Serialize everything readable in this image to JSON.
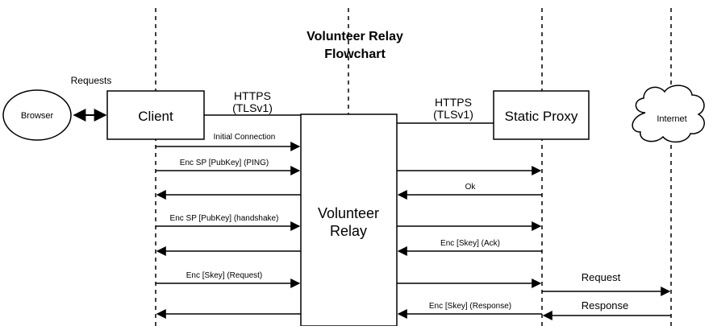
{
  "title": {
    "line1": "Volunteer Relay",
    "line2": "Flowchart"
  },
  "nodes": {
    "browser": "Browser",
    "client": "Client",
    "relay_line1": "Volunteer",
    "relay_line2": "Relay",
    "static_proxy": "Static Proxy",
    "internet": "Internet"
  },
  "connections": {
    "requests": "Requests",
    "client_relay_https": "HTTPS",
    "client_relay_tls": "(TLSv1)",
    "relay_proxy_https": "HTTPS",
    "relay_proxy_tls": "(TLSv1)"
  },
  "messages": {
    "initial_connection": "Initial Connection",
    "enc_sp_ping": "Enc SP [PubKey] (PING)",
    "ok": "Ok",
    "enc_sp_handshake": "Enc SP [PubKey] (handshake)",
    "enc_skey_ack": "Enc [Skey] (Ack)",
    "enc_skey_request": "Enc [Skey] (Request)",
    "enc_skey_response": "Enc [Skey] (Response)",
    "request": "Request",
    "response": "Response"
  }
}
